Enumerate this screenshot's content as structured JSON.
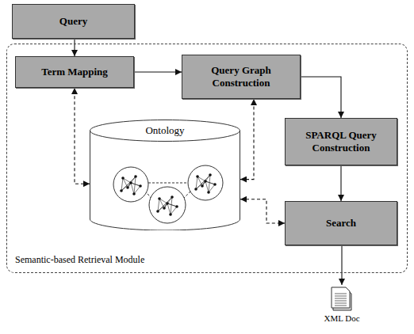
{
  "diagram": {
    "nodes": [
      {
        "text": [
          "Query"
        ]
      },
      {
        "text": [
          "Semantic-based Retrieval Module"
        ]
      },
      {
        "text": [
          "Term Mapping"
        ],
        "in": 1
      },
      {
        "text": [
          "Query Graph Construction"
        ],
        "in": 1
      },
      {
        "text": [
          "Ontology"
        ],
        "in": 1
      },
      {
        "text": [
          "SPARQL Query Construction"
        ],
        "in": 1
      },
      {
        "text": [
          "Search"
        ],
        "in": 1
      },
      {
        "text": [
          "XML Doc"
        ]
      }
    ],
    "edges": [
      {
        "from": 0,
        "to": 2,
        "arrow": "to"
      },
      {
        "from": 2,
        "to": 3,
        "arrow": "to"
      },
      {
        "from": 3,
        "to": 5,
        "arrow": "to"
      },
      {
        "from": 5,
        "to": 6,
        "arrow": "to"
      },
      {
        "from": 6,
        "to": 7,
        "arrow": "to"
      },
      {
        "from": 4,
        "to": 2,
        "arrow": "both"
      },
      {
        "from": 4,
        "to": 3,
        "arrow": "both"
      },
      {
        "from": 4,
        "to": 6,
        "arrow": "both"
      }
    ]
  }
}
